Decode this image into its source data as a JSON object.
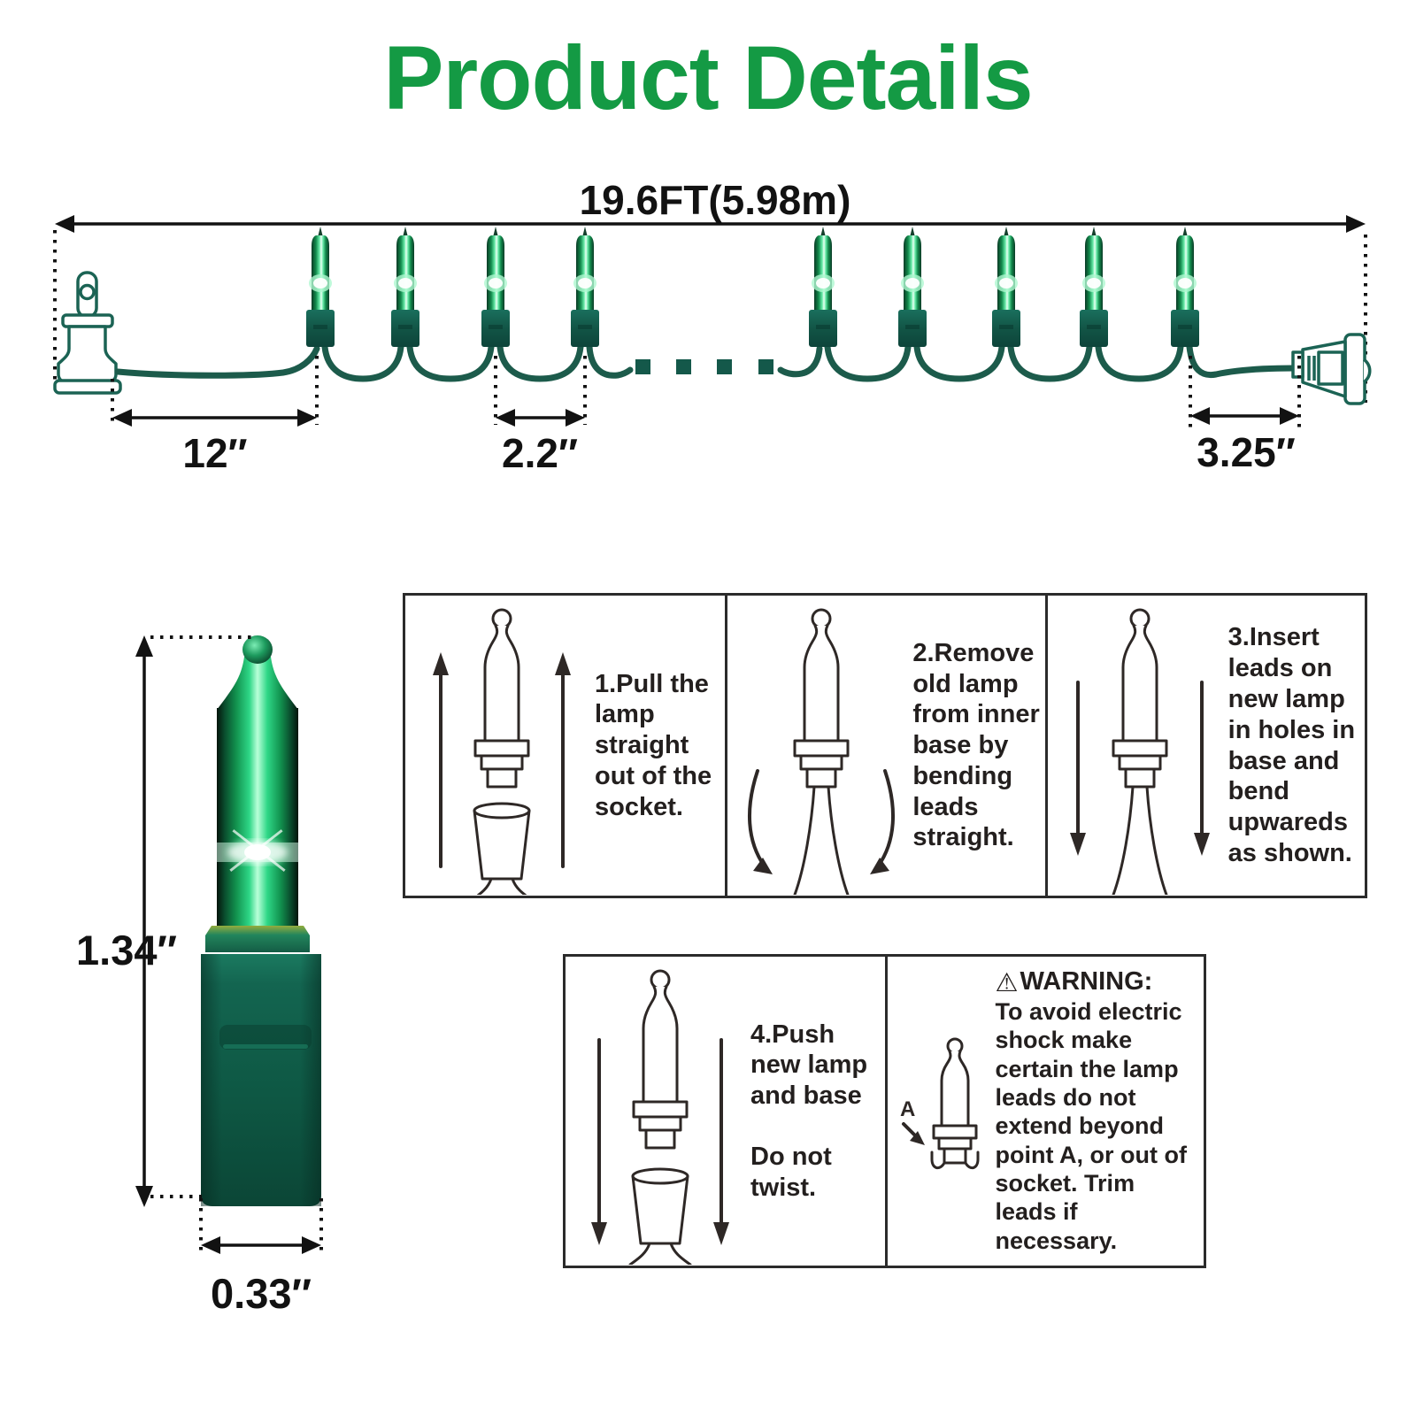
{
  "title": "Product Details",
  "colors": {
    "accent_green": "#149a44",
    "wire_teal": "#1c5b4b",
    "bulb_green": "#2fd787",
    "base_green": "#0e5844",
    "text_dark": "#231f1e"
  },
  "string_diagram": {
    "total_length_label": "19.6FT(5.98m)",
    "lead_spacing_label": "12″",
    "bulb_spacing_label": "2.2″",
    "end_spacing_label": "3.25″",
    "bulb_count_shown": 9
  },
  "bulb_figure": {
    "height_label": "1.34″",
    "width_label": "0.33″"
  },
  "instructions": {
    "steps": [
      {
        "text": "1.Pull the lamp straight out of the socket."
      },
      {
        "text": "2.Remove old lamp from inner base by bending leads straight."
      },
      {
        "text": "3.Insert leads on new lamp in holes in base and bend upwareds as shown."
      },
      {
        "text": "4.Push new lamp and base",
        "text2": "Do not twist."
      }
    ],
    "warning": {
      "icon": "⚠",
      "title": "WARNING:",
      "body": "To avoid electric shock make certain the lamp leads do not extend beyond point A, or out of socket. Trim leads if necessary.",
      "point_label": "A"
    }
  }
}
